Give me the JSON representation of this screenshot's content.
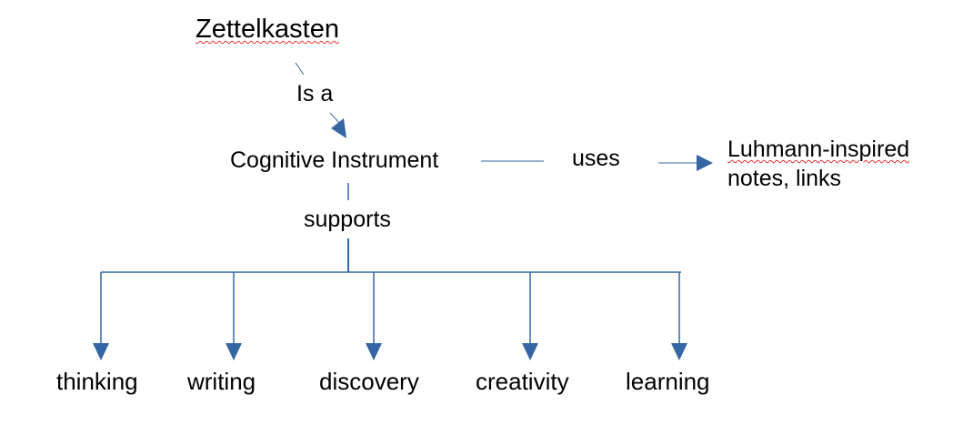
{
  "diagram": {
    "root": "Zettelkasten",
    "relation_is_a": "Is a",
    "concept": "Cognitive Instrument",
    "relation_uses": "uses",
    "uses_target": {
      "line1": "Luhmann-inspired",
      "line2": "notes, links"
    },
    "relation_supports": "supports",
    "supported": [
      "thinking",
      "writing",
      "discovery",
      "creativity",
      "learning"
    ]
  },
  "colors": {
    "connector": "#3465a4",
    "text": "#000000",
    "spellcheck_underline": "#e03030"
  }
}
